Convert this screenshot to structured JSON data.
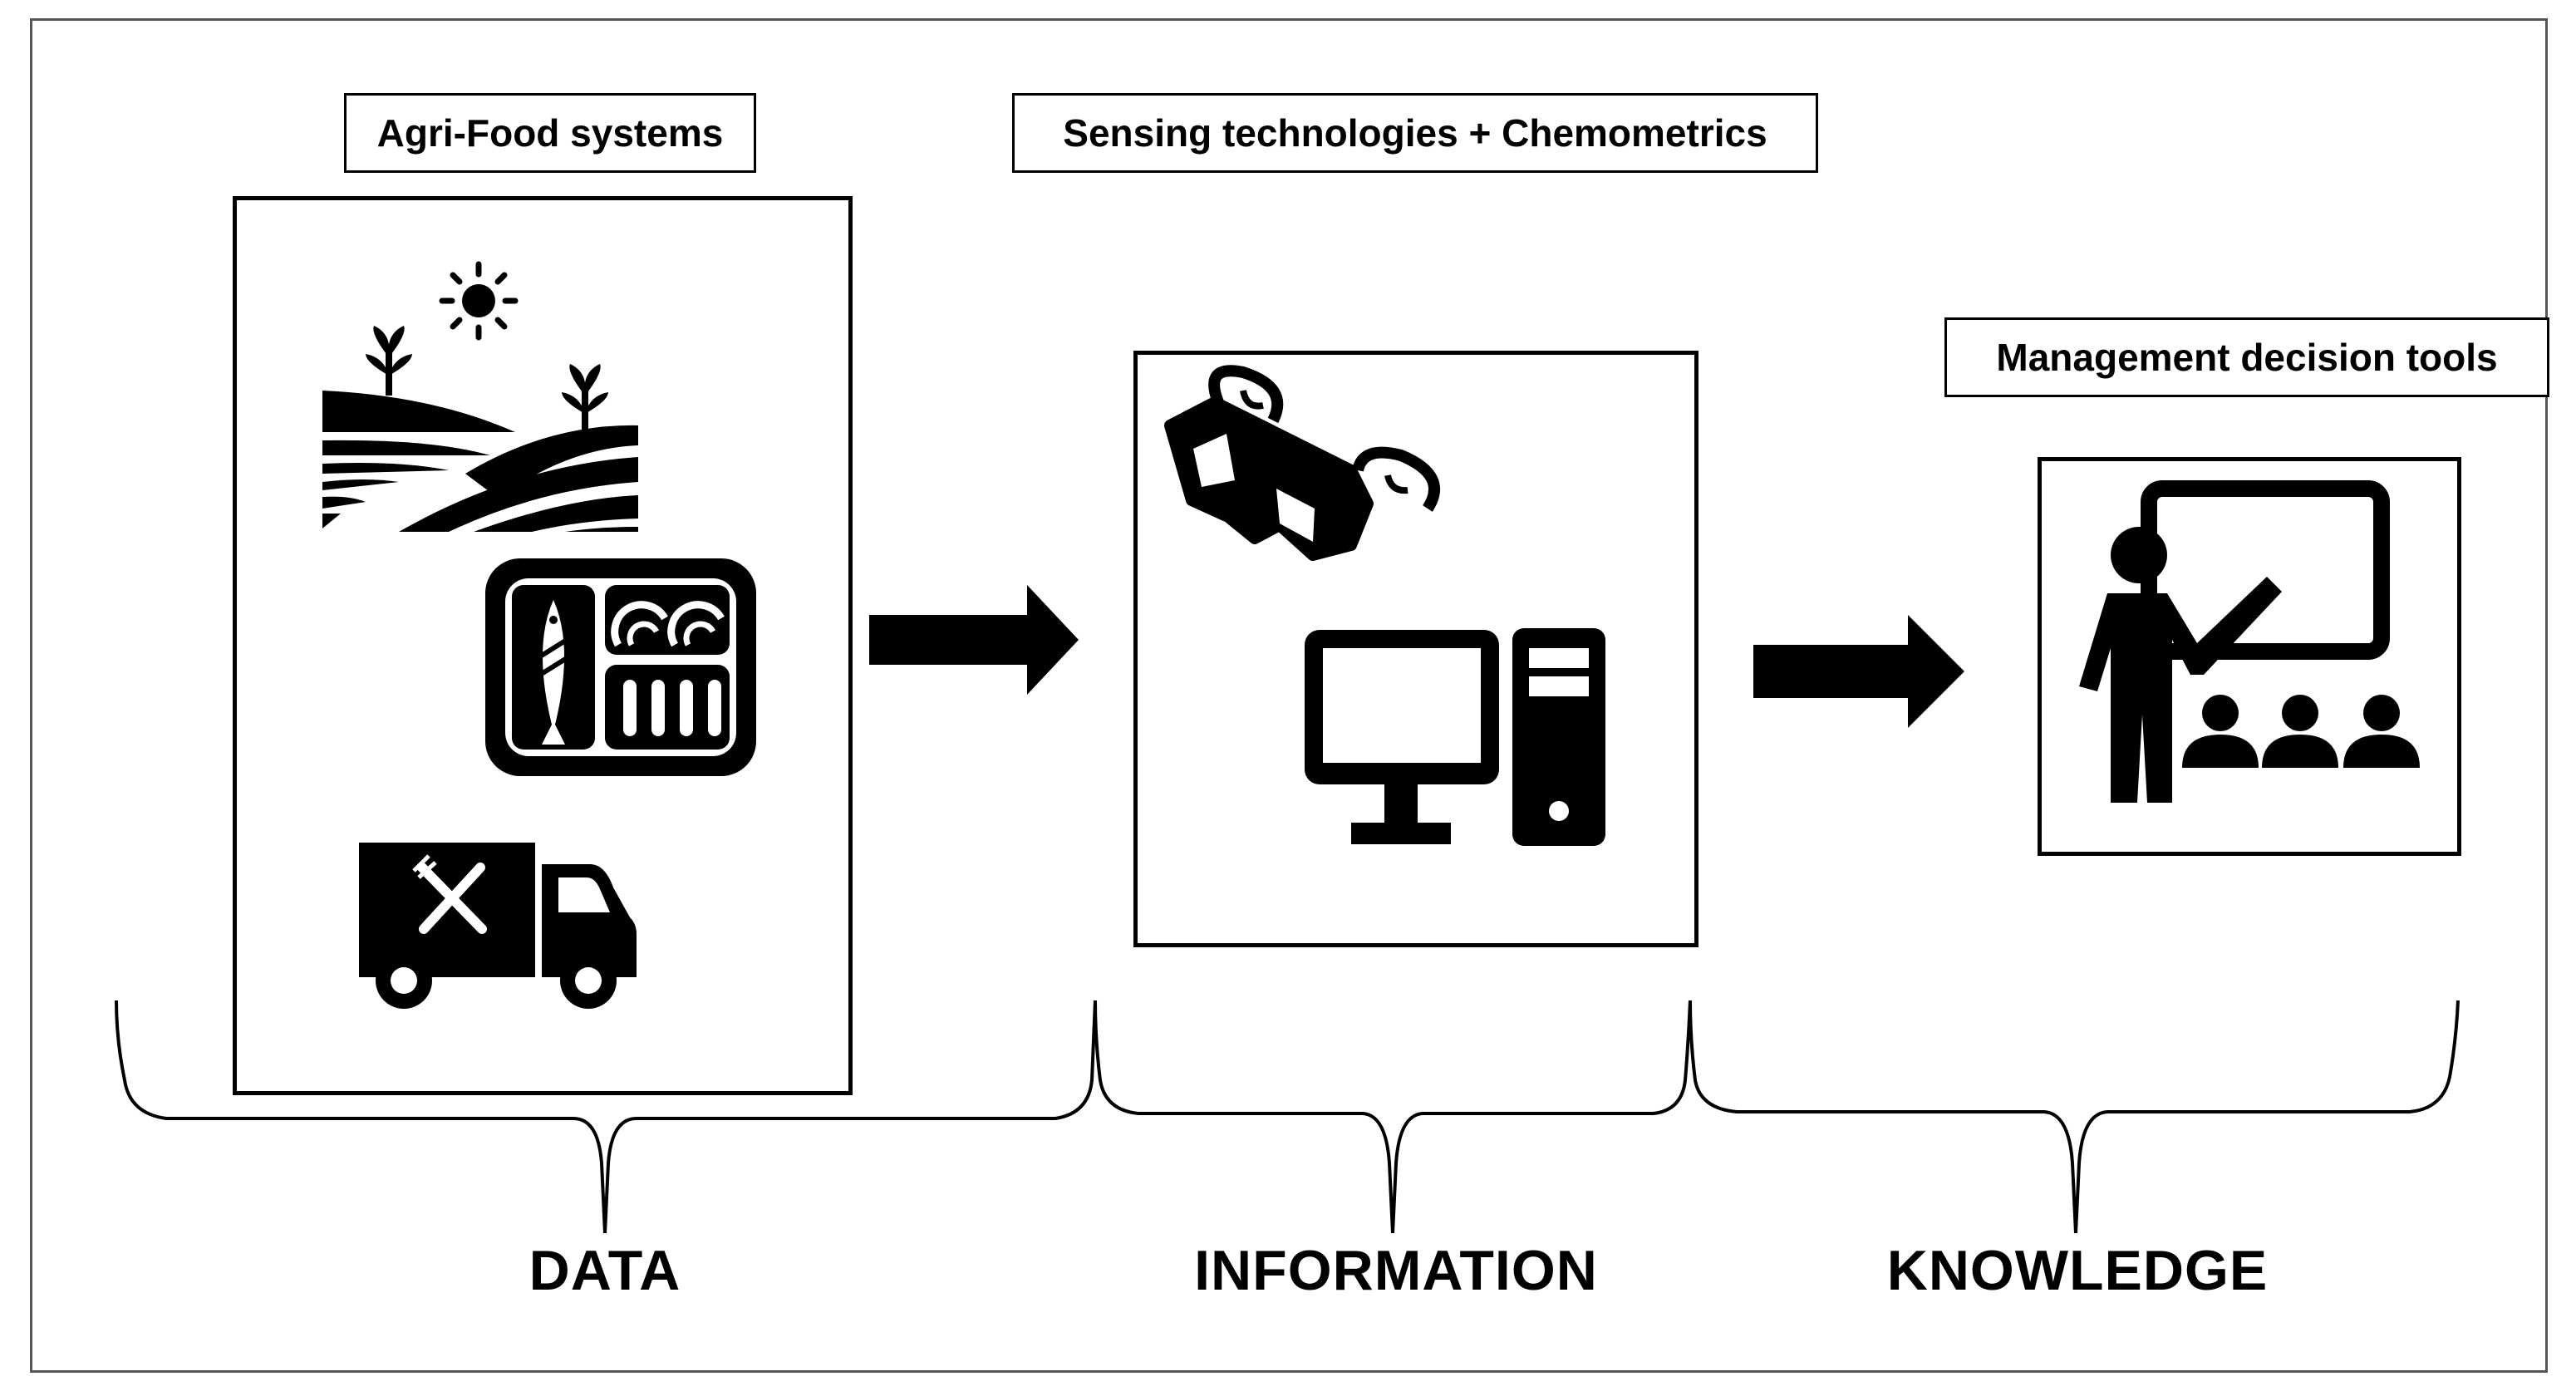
{
  "labels": {
    "agri_food": "Agri-Food systems",
    "sensing": "Sensing technologies + Chemometrics",
    "management": "Management decision tools"
  },
  "stages": {
    "data": "DATA",
    "information": "INFORMATION",
    "knowledge": "KNOWLEDGE"
  },
  "icons": {
    "panel_1": [
      "farm-field-icon",
      "food-tray-icon",
      "food-truck-icon"
    ],
    "panel_2": [
      "glasses-icon",
      "desktop-computer-icon"
    ],
    "panel_3": [
      "teacher-presentation-icon"
    ]
  },
  "colors": {
    "ink": "#000000",
    "frame": "#555555",
    "background": "#ffffff"
  }
}
